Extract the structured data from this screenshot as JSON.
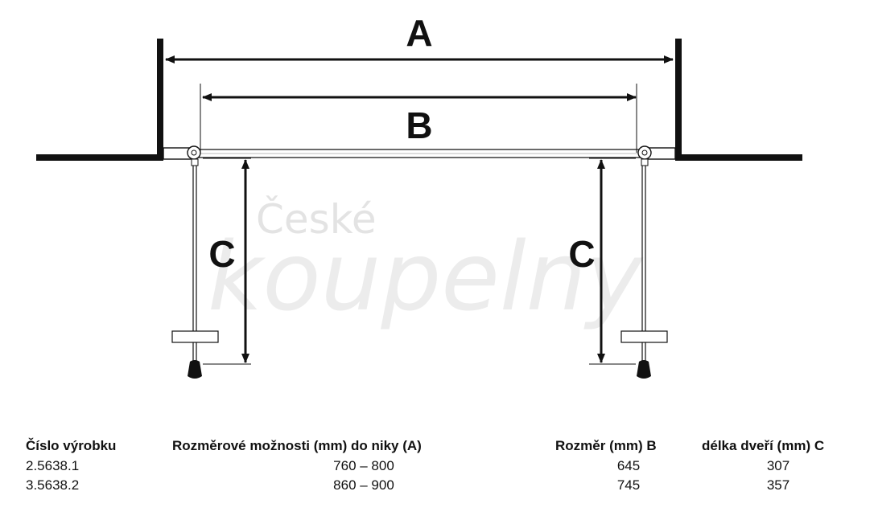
{
  "diagram": {
    "dimension_labels": {
      "a": "A",
      "b": "B",
      "c_left": "C",
      "c_right": "C"
    },
    "watermark": {
      "line1": "České",
      "line2": "koupelny"
    }
  },
  "table": {
    "headers": [
      "Číslo výrobku",
      "Rozměrové možnosti (mm) do niky (A)",
      "Rozměr (mm) B",
      "délka dveří (mm) C"
    ],
    "rows": [
      [
        "2.5638.1",
        "760 – 800",
        "645",
        "307"
      ],
      [
        "3.5638.2",
        "860 – 900",
        "745",
        "357"
      ]
    ]
  }
}
